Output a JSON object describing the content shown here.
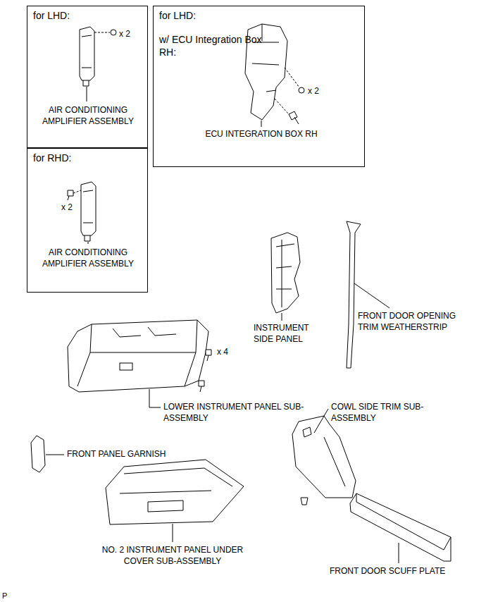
{
  "diagram": {
    "nodes": [
      {
        "text": [
          "for LHD:",
          "x 2",
          "AIR CONDITIONING AMPLIFIER ASSEMBLY"
        ]
      },
      {
        "text": [
          "for LHD:",
          "w/ ECU Integration Box RH:",
          "x 2",
          "ECU INTEGRATION BOX RH"
        ]
      },
      {
        "text": [
          "for RHD:",
          "x 2",
          "AIR CONDITIONING AMPLIFIER ASSEMBLY"
        ]
      }
    ],
    "labels": [
      "INSTRUMENT SIDE PANEL",
      "FRONT DOOR OPENING TRIM WEATHERSTRIP",
      "x 4",
      "LOWER INSTRUMENT PANEL SUB-ASSEMBLY",
      "FRONT PANEL GARNISH",
      "COWL SIDE TRIM SUB-ASSEMBLY",
      "NO. 2 INSTRUMENT PANEL UNDER COVER SUB-ASSEMBLY",
      "FRONT DOOR SCUFF PLATE",
      "P"
    ]
  }
}
